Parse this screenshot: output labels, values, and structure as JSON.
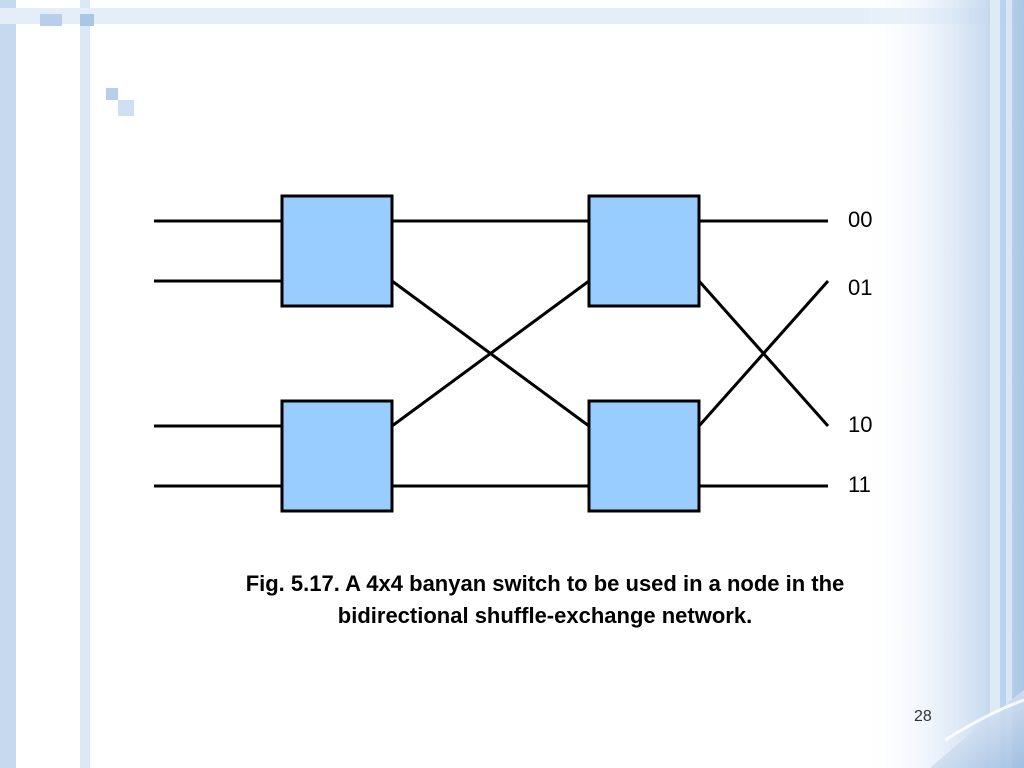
{
  "diagram": {
    "output_labels": [
      "00",
      "01",
      "10",
      "11"
    ],
    "caption": {
      "line1": "Fig. 5.17. A 4x4 banyan switch to be used in a node in the",
      "line2": "bidirectional shuffle-exchange network."
    },
    "switch_fill": "#99ccff",
    "line_color": "#000000"
  },
  "slide": {
    "page_number": "28",
    "accent_colors": [
      "#c5d9ef",
      "#a9c6e6"
    ]
  }
}
